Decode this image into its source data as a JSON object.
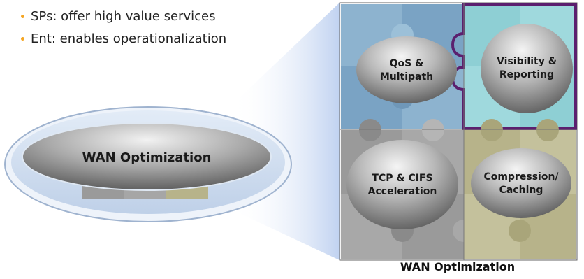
{
  "bullets": [
    {
      "text": "SPs: offer high value services"
    },
    {
      "text": "Ent: enables operationalization"
    }
  ],
  "left_label": "WAN Optimization",
  "pieces": [
    {
      "line1": "QoS &",
      "line2": "Multipath"
    },
    {
      "line1": "Visibility &",
      "line2": "Reporting"
    },
    {
      "line1": "TCP & CIFS",
      "line2": "Acceleration"
    },
    {
      "line1": "Compression/",
      "line2": "Caching"
    }
  ],
  "caption": "WAN Optimization",
  "colors": {
    "bullet": "#f5a623",
    "puzzle_blue": "#7aa3c4",
    "puzzle_teal": "#8ecfd4",
    "puzzle_gray": "#9a9a9a",
    "puzzle_olive": "#b7b38a",
    "highlight_border": "#5b1f6e",
    "oval_gray": "#7a7a7a",
    "platform_blue": "#a9c2e0"
  }
}
